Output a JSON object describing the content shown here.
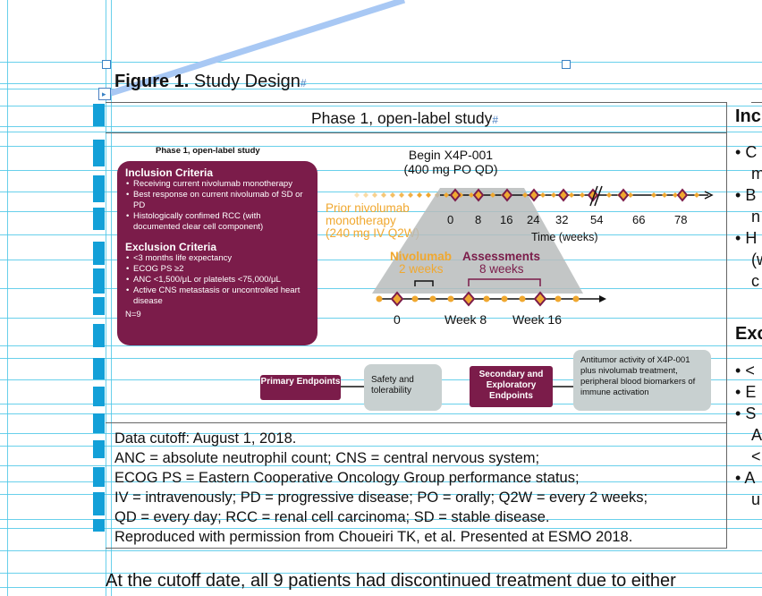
{
  "figure": {
    "label": "Figure 1.",
    "title": "Study Design",
    "pilcrow": "#"
  },
  "header": {
    "title": "Phase 1, open-label study"
  },
  "small_title": "Phase 1, open-label study",
  "inclusion": {
    "title": "Inclusion Criteria",
    "items": [
      "Receiving current nivolumab monotherapy",
      "Best response on current nivolumab of SD or PD",
      "Histologically confimed RCC (with documented clear cell component)"
    ]
  },
  "exclusion": {
    "title": "Exclusion Criteria",
    "items": [
      "<3 months life expectancy",
      "ECOG PS ≥2",
      "ANC <1,500/μL or platelets <75,000/μL",
      "Active CNS metastasis or uncontrolled heart disease"
    ],
    "n": "N=9"
  },
  "timeline": {
    "begin_line1": "Begin X4P-001",
    "begin_line2": "(400 mg PO QD)",
    "prior_line1": "Prior nivolumab",
    "prior_line2": "monotherapy",
    "prior_line3": "(240 mg IV Q2W)",
    "ticks": [
      "0",
      "8",
      "16",
      "24",
      "32",
      "54",
      "66",
      "78"
    ],
    "axis_label": "Time (weeks)",
    "nivolumab_label": "Nivolumab",
    "nivolumab_interval": "2 weeks",
    "assessments_label": "Assessments",
    "assessments_interval": "8 weeks",
    "zoom_ticks": [
      "0",
      "Week 8",
      "Week 16"
    ]
  },
  "endpoints": {
    "primary": "Primary Endpoints",
    "primary_desc": "Safety and tolerability",
    "secondary": "Secondary and Exploratory Endpoints",
    "secondary_desc": "Antitumor activity of X4P-001 plus nivolumab treatment, peripheral blood biomarkers of immune activation"
  },
  "notes": [
    "Data cutoff: August 1, 2018.",
    "ANC = absolute neutrophil count; CNS = central nervous system;",
    "ECOG PS = Eastern Cooperative Oncology Group performance status;",
    "IV = intravenously; PD = progressive disease; PO = orally; Q2W = every 2 weeks;",
    "QD = every day; RCC = renal cell carcinoma; SD = stable disease.",
    "Reproduced with permission from Choueiri TK, et al. Presented at ESMO 2018."
  ],
  "right_column": {
    "heading1": "Inc",
    "bullets1": [
      "C",
      "m",
      "B",
      "n",
      "H",
      "(w",
      "c"
    ],
    "heading2": "Exc",
    "bullets2": [
      "<",
      "E",
      "S",
      "A",
      "<",
      "A",
      "u"
    ]
  },
  "bottom_text": "At the cutoff date, all 9 patients had discontinued treatment due to either",
  "colors": {
    "maroon": "#7b1c4a",
    "orange": "#f0a830",
    "guide": "#4fc8e8",
    "grey_box": "#c8d0d0"
  }
}
